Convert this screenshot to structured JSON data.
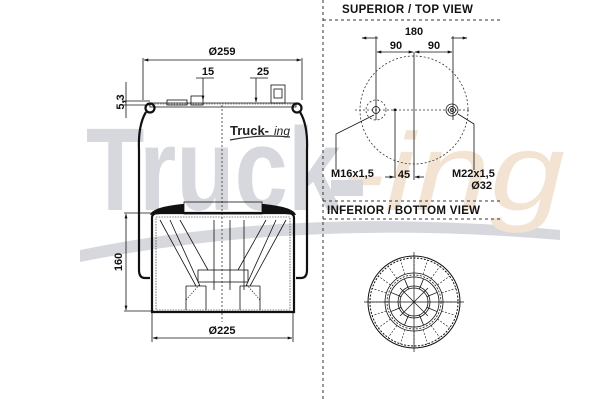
{
  "watermark": {
    "brand_main": "Truck",
    "brand_script": "-ing",
    "logo_main": "Truck-",
    "logo_script": "ing",
    "colors": {
      "gray": "#d6d8de",
      "orange": "#f3e3d3"
    }
  },
  "side_view": {
    "top_diameter": "Ø259",
    "offset_left": "15",
    "offset_right": "25",
    "plate_thickness": "5,3",
    "height": "160",
    "bottom_diameter": "Ø225"
  },
  "top_view": {
    "title": "SUPERIOR / TOP VIEW",
    "total_width": "180",
    "half_left": "90",
    "half_right": "90",
    "air_inlet": "M16x1,5",
    "inlet_offset": "45",
    "stud_thread": "M22x1,5",
    "stud_diameter": "Ø32"
  },
  "bottom_view": {
    "title": "INFERIOR / BOTTOM VIEW"
  }
}
